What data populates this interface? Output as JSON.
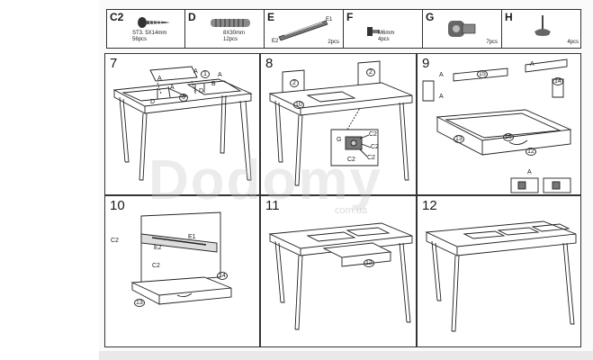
{
  "parts": [
    {
      "letter": "C2",
      "spec": "ST3. 5X14mm",
      "qty": "56pcs",
      "icon": "screw-icon"
    },
    {
      "letter": "D",
      "spec": "8X30mm",
      "qty": "12pcs",
      "icon": "dowel-icon"
    },
    {
      "letter": "E",
      "spec": "",
      "qty": "2pcs",
      "icon": "drawer-slide-icon",
      "sub": [
        "E1",
        "E2"
      ]
    },
    {
      "letter": "F",
      "spec": "M6mm",
      "qty": "4pcs",
      "icon": "bolt-icon"
    },
    {
      "letter": "G",
      "spec": "",
      "qty": "7pcs",
      "icon": "hinge-icon"
    },
    {
      "letter": "H",
      "spec": "",
      "qty": "4pcs",
      "icon": "foot-glide-icon"
    }
  ],
  "steps": [
    {
      "num": "7",
      "labels": [
        "A",
        "A",
        "A",
        "1",
        "A",
        "B",
        "D",
        "D",
        "6"
      ]
    },
    {
      "num": "8",
      "labels": [
        "2",
        "2",
        "G",
        "C2",
        "C2",
        "C2",
        "C2",
        "10"
      ]
    },
    {
      "num": "9",
      "labels": [
        "A",
        "A",
        "15",
        "14",
        "A",
        "13",
        "16",
        "12",
        "A"
      ]
    },
    {
      "num": "10",
      "labels": [
        "C2",
        "E2",
        "E1",
        "C2",
        "14",
        "13"
      ]
    },
    {
      "num": "11",
      "labels": [
        "12"
      ]
    },
    {
      "num": "12",
      "labels": []
    }
  ],
  "watermark": {
    "brand": "Dodomy",
    "site": "com.ua"
  }
}
